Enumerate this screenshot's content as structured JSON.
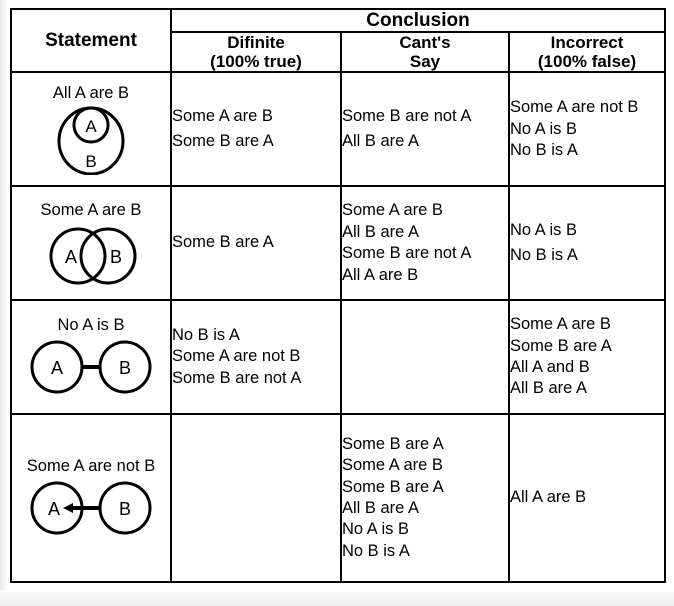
{
  "table": {
    "headers": {
      "statement": "Statement",
      "conclusion": "Conclusion",
      "definite_line1": "Difinite",
      "definite_line2": "(100% true)",
      "cant_say_line1": "Cant's",
      "cant_say_line2": "Say",
      "incorrect_line1": "Incorrect",
      "incorrect_line2": "(100% false)"
    },
    "rows": [
      {
        "statement_label": "All A are B",
        "diagram": "venn-a-inside-b",
        "diagram_labels": [
          "A",
          "B"
        ],
        "definite": [
          "Some A are B",
          "Some B are A"
        ],
        "cant_say": [
          "Some B are not A",
          "All B are A"
        ],
        "incorrect": [
          "Some A are not B",
          "No A is B",
          "No B is A"
        ]
      },
      {
        "statement_label": "Some A are B",
        "diagram": "venn-a-overlaps-b",
        "diagram_labels": [
          "A",
          "B"
        ],
        "definite": [
          "Some B are A"
        ],
        "cant_say": [
          "Some A are B",
          "All B are A",
          "Some B are not A",
          "All A are B"
        ],
        "incorrect": [
          "No A is B",
          "No B is A"
        ]
      },
      {
        "statement_label": "No A is B",
        "diagram": "venn-a-separate-b-line",
        "diagram_labels": [
          "A",
          "B"
        ],
        "definite": [
          "No B is A",
          "Some A are not B",
          "Some B are not A"
        ],
        "cant_say": [],
        "incorrect": [
          "Some A are B",
          "Some B are A",
          "All A and B",
          "All B are A"
        ]
      },
      {
        "statement_label": "Some A are not B",
        "diagram": "venn-a-separate-b-arrow",
        "diagram_labels": [
          "A",
          "B"
        ],
        "definite": [],
        "cant_say": [
          "Some B are A",
          "Some A are B",
          "Some B are A",
          "All B are A",
          "No A is B",
          "No B is A"
        ],
        "incorrect": [
          "All A are B"
        ]
      }
    ]
  },
  "colors": {
    "border": "#000000",
    "text": "#000000",
    "background": "#ffffff"
  }
}
